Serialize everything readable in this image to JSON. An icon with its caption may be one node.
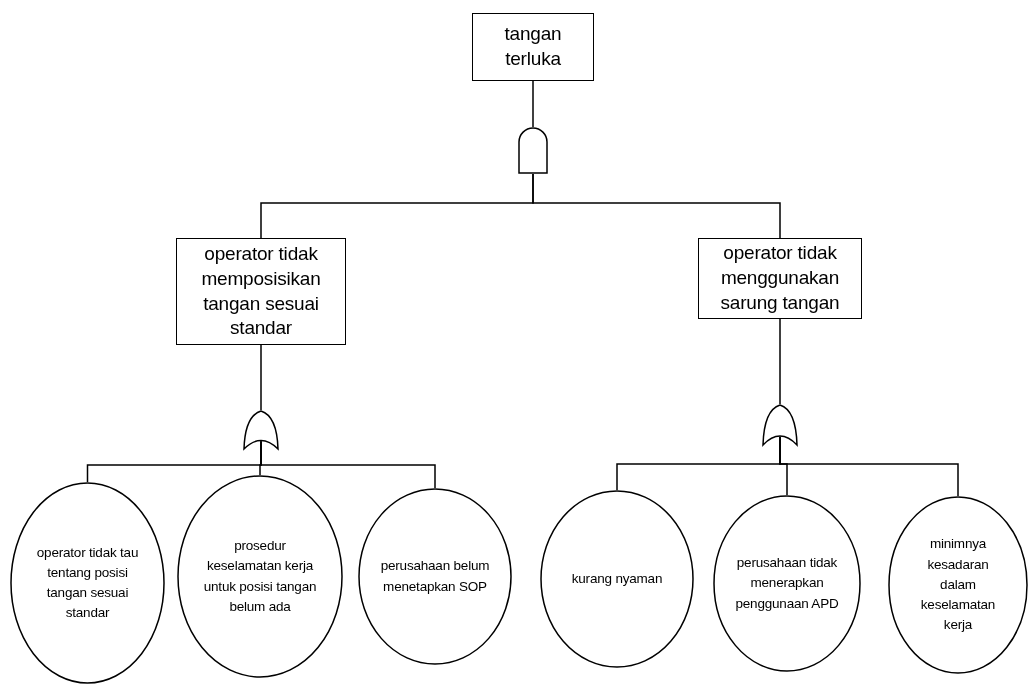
{
  "diagram": {
    "nodes": [
      {
        "text": [
          "tangan terluka"
        ]
      },
      {
        "text": [],
        "shape": "and-gate"
      },
      {
        "text": [
          "operator tidak memposisikan tangan sesuai standar"
        ]
      },
      {
        "text": [
          "operator tidak menggunakan sarung tangan"
        ]
      },
      {
        "text": [],
        "shape": "or-gate"
      },
      {
        "text": [],
        "shape": "or-gate"
      },
      {
        "text": [
          "operator tidak tau tentang posisi tangan sesuai standar"
        ]
      },
      {
        "text": [
          "prosedur keselamatan kerja untuk posisi tangan belum ada"
        ]
      },
      {
        "text": [
          "perusahaan belum menetapkan SOP"
        ]
      },
      {
        "text": [
          "kurang nyaman"
        ]
      },
      {
        "text": [
          "perusahaan tidak menerapkan penggunaan APD"
        ]
      },
      {
        "text": [
          "minimnya kesadaran dalam keselamatan kerja"
        ]
      }
    ],
    "edges": [
      {
        "from": 0,
        "to": 1,
        "arrow": "none"
      },
      {
        "from": 1,
        "to": 2,
        "arrow": "none"
      },
      {
        "from": 1,
        "to": 3,
        "arrow": "none"
      },
      {
        "from": 2,
        "to": 4,
        "arrow": "none"
      },
      {
        "from": 3,
        "to": 5,
        "arrow": "none"
      },
      {
        "from": 4,
        "to": 6,
        "arrow": "none"
      },
      {
        "from": 4,
        "to": 7,
        "arrow": "none"
      },
      {
        "from": 4,
        "to": 8,
        "arrow": "none"
      },
      {
        "from": 5,
        "to": 9,
        "arrow": "none"
      },
      {
        "from": 5,
        "to": 10,
        "arrow": "none"
      },
      {
        "from": 5,
        "to": 11,
        "arrow": "none"
      }
    ]
  }
}
